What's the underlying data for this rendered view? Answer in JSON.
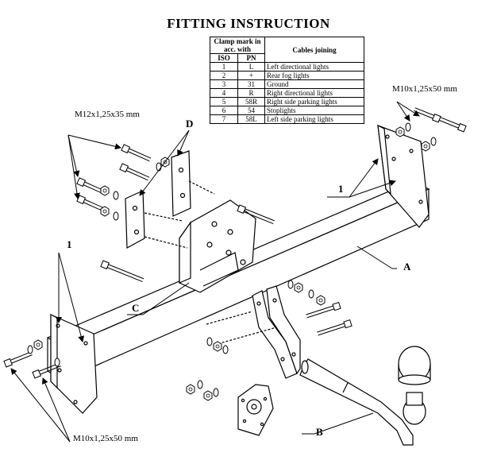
{
  "title": "FITTING INSTRUCTION",
  "table": {
    "header_clamp": "Clamp mark in acc. with",
    "header_iso": "ISO",
    "header_pn": "PN",
    "header_cables": "Cables joining",
    "rows": [
      {
        "iso": "1",
        "pn": "L",
        "cable": "Left directional lights"
      },
      {
        "iso": "2",
        "pn": "+",
        "cable": "Rear fog lights"
      },
      {
        "iso": "3",
        "pn": "31",
        "cable": "Ground"
      },
      {
        "iso": "4",
        "pn": "R",
        "cable": "Right directional lights"
      },
      {
        "iso": "5",
        "pn": "58R",
        "cable": "Right side parking lights"
      },
      {
        "iso": "6",
        "pn": "54",
        "cable": "Stoplights"
      },
      {
        "iso": "7",
        "pn": "58L",
        "cable": "Left side parking lights"
      }
    ]
  },
  "labels": {
    "bolt_m12": "M12x1,25x35 mm",
    "bolt_m10_top": "M10x1,25x50 mm",
    "bolt_m10_bottom": "M10x1,25x50 mm",
    "part_a": "A",
    "part_b": "B",
    "part_c": "C",
    "part_d": "D",
    "bracket_left": "1",
    "bracket_right": "1"
  }
}
